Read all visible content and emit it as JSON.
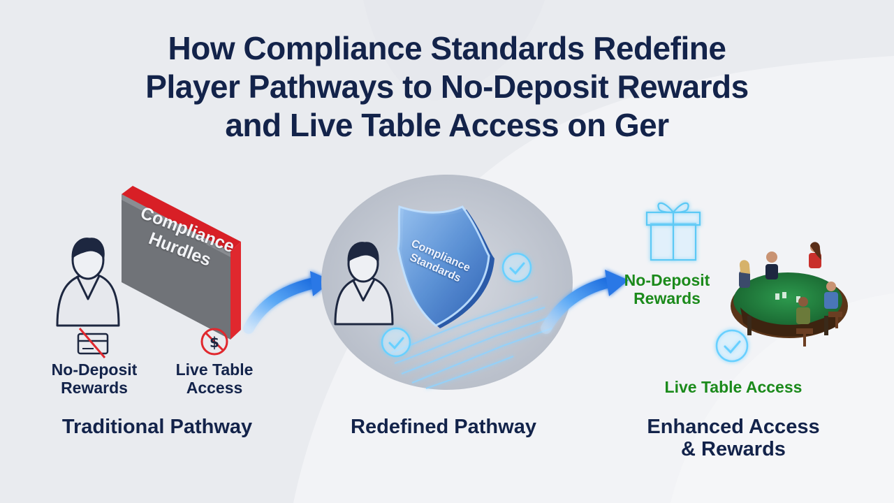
{
  "title_lines": [
    "How Compliance Standards Redefine",
    "Player Pathways to No-Deposit Rewards",
    "and Live Table Access on Ger"
  ],
  "traditional": {
    "wall_text": [
      "Compliance",
      "Hurdles"
    ],
    "no_deposit_label": [
      "No-Deposit",
      "Rewards"
    ],
    "live_table_label": [
      "Live Table",
      "Access"
    ],
    "section_label": "Traditional Pathway"
  },
  "redefined": {
    "shield_text": [
      "Compliance",
      "Standards"
    ],
    "section_label": "Redefined Pathway"
  },
  "enhanced": {
    "no_deposit_label": [
      "No-Deposit",
      "Rewards"
    ],
    "live_table_label": "Live Table Access",
    "section_label": [
      "Enhanced Access",
      "& Rewards"
    ]
  },
  "colors": {
    "title": "#13234a",
    "accent_blue": "#3a8ff0",
    "green_label": "#1b8a1b",
    "wall_red": "#e0282e",
    "wall_gray": "#707378",
    "table_felt": "#1f7a3a"
  },
  "icons": [
    "person-icon",
    "credit-card-icon",
    "no-symbol-icon",
    "dollar-icon",
    "arrow-icon",
    "shield-icon",
    "check-circle-icon",
    "gift-icon",
    "casino-table-icon"
  ]
}
